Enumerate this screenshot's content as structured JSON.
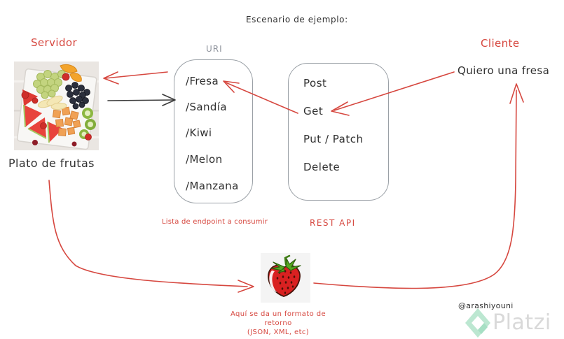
{
  "title": "Escenario de ejemplo:",
  "server": {
    "label": "Servidor",
    "caption": "Plato de frutas"
  },
  "client": {
    "label": "Cliente",
    "request": "Quiero una fresa"
  },
  "uri_box": {
    "label": "URI",
    "caption": "Lista de endpoint a consumir",
    "endpoints": [
      "/Fresa",
      "/Sandía",
      "/Kiwi",
      "/Melon",
      "/Manzana"
    ]
  },
  "api_box": {
    "caption": "REST API",
    "methods": [
      "Post",
      "Get",
      "Put / Patch",
      "Delete"
    ]
  },
  "return_note": {
    "line1": "Aquí se da un formato de retorno",
    "line2": "(JSON, XML, etc)"
  },
  "credit": "@arashiyouni",
  "watermark": {
    "text": "Platzi"
  },
  "icons": {
    "fruit_plate": "fruit-plate-photo",
    "strawberry": "strawberry-drawing",
    "watermark_logo": "platzi-diamond-logo"
  },
  "colors": {
    "accent_red": "#d6473f",
    "ink": "#303030",
    "muted_gray": "#8d929b",
    "box_border": "#9aa0a6",
    "strawberry_bg": "#f4f4f4",
    "watermark_green": "#bce7d1",
    "watermark_gray": "#d9d9d9"
  }
}
